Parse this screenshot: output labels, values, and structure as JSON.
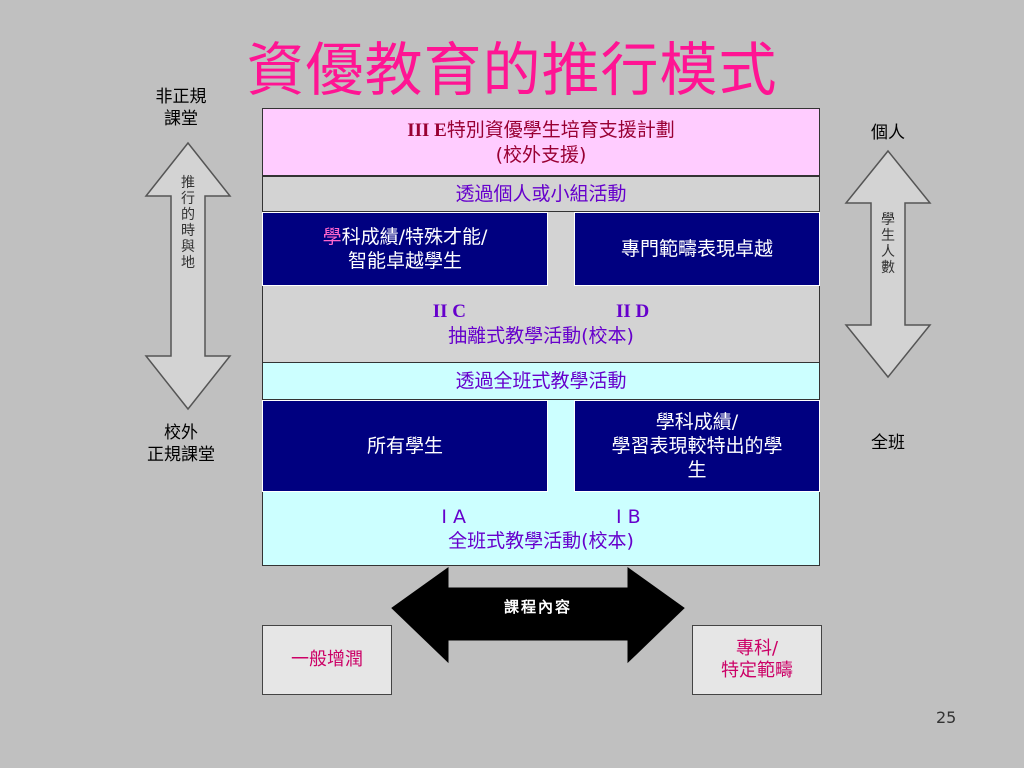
{
  "title": "資優教育的推行模式",
  "left": {
    "top_label": [
      "非正規",
      "課堂"
    ],
    "arrow_text": "推行的時與地",
    "bottom_label": [
      "校外",
      "正規課堂"
    ]
  },
  "right": {
    "top_label": "個人",
    "arrow_text": "學生人數",
    "bottom_label": "全班"
  },
  "tier3": {
    "line1_prefix": "III E",
    "line1_text": "特別資優學生培育支援計劃",
    "line2": "(校外支援)"
  },
  "band_small_group": "透過個人或小組活動",
  "box_academic": {
    "highlight": "學",
    "line1_rest": "科成績/特殊才能/",
    "line2": "智能卓越學生"
  },
  "box_specialist": "專門範疇表現卓越",
  "tier2": {
    "left_code": "II C",
    "right_code": "II D",
    "text": "抽離式教學活動(校本)"
  },
  "band_whole_class": "透過全班式教學活動",
  "box_all_students": "所有學生",
  "box_outstanding": {
    "line1": "學科成績/",
    "line2": "學習表現較特出的學",
    "line3": "生"
  },
  "tier1": {
    "left_code": "I A",
    "right_code": "I B",
    "text": "全班式教學活動(校本)"
  },
  "curriculum_label": "課程內容",
  "bottom_left": "一般增潤",
  "bottom_right": [
    "專科/",
    "特定範疇"
  ],
  "page_number": "25",
  "colors": {
    "title": "#ff1493",
    "navy": "#000080",
    "purple_text": "#6600cc",
    "pink_panel": "#ffccff",
    "cyan_panel": "#ccffff",
    "grey_panel": "#d3d3d3"
  }
}
